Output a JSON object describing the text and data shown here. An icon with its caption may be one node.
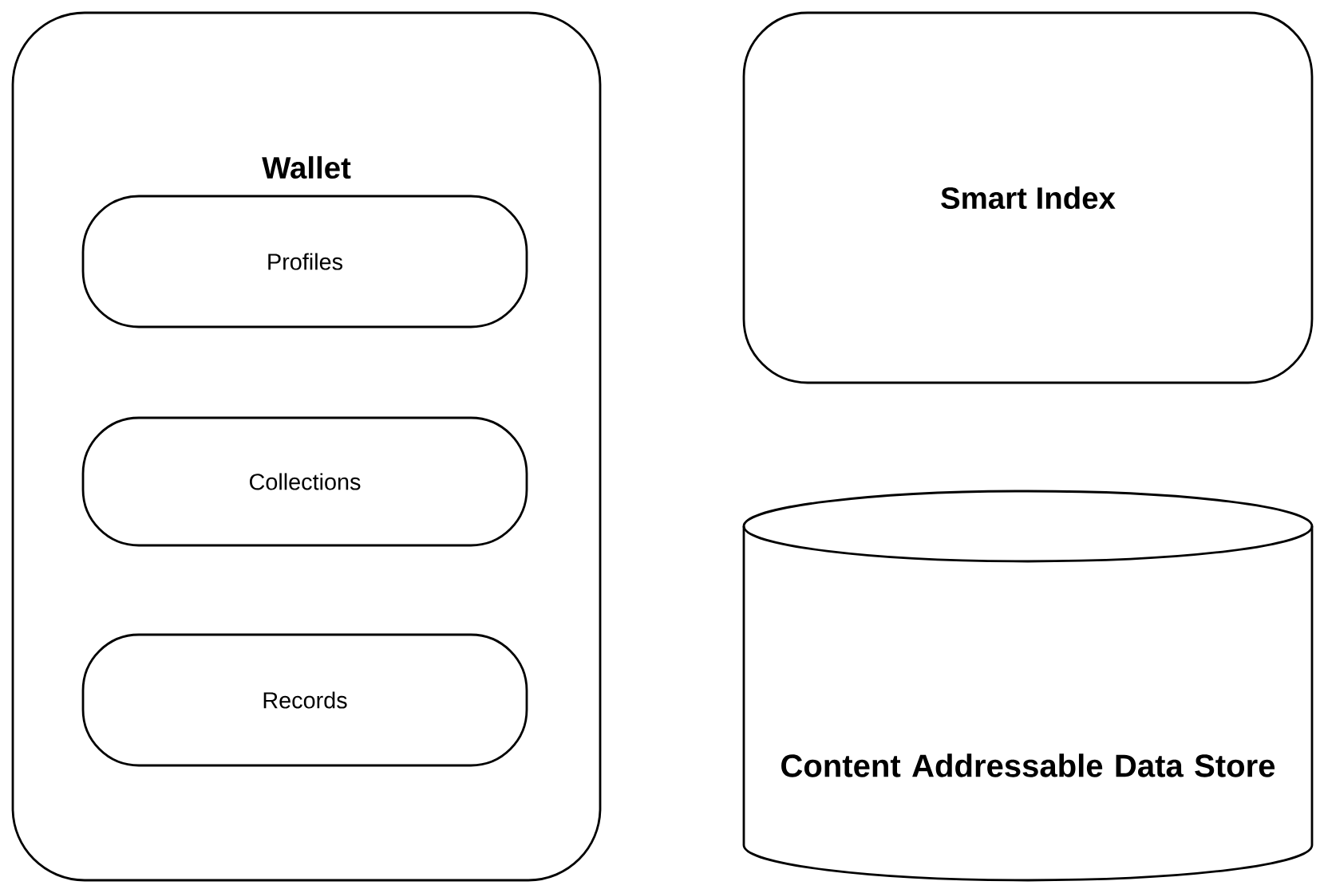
{
  "diagram": {
    "nodes": [
      {
        "text": [
          "Wallet"
        ]
      },
      {
        "text": [
          "Profiles"
        ],
        "in": 0
      },
      {
        "text": [
          "Collections"
        ],
        "in": 0
      },
      {
        "text": [
          "Records"
        ],
        "in": 0
      },
      {
        "text": [
          "Smart Index"
        ]
      },
      {
        "text": [
          "Content Addressable Data Store"
        ]
      }
    ]
  }
}
